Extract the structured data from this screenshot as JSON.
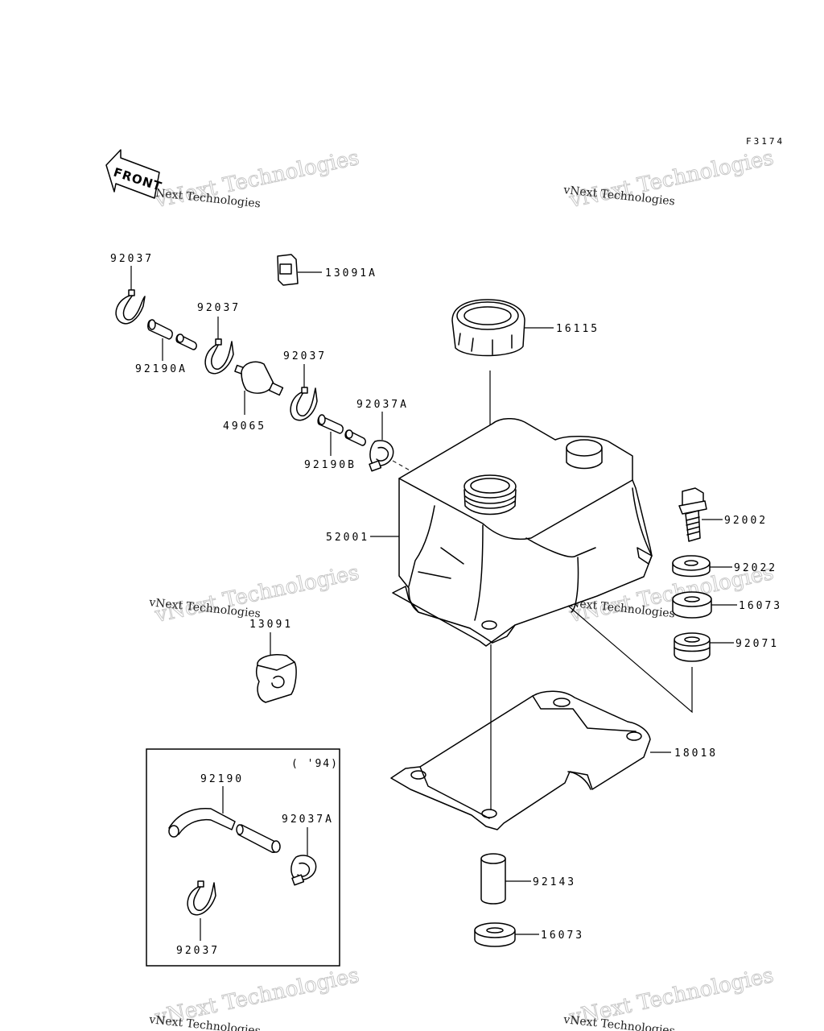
{
  "diagram_code": "F3174",
  "front_arrow_label": "FRONT",
  "inset_label": "( '94)",
  "watermark": {
    "big": "vNext Technologies",
    "small": "vNext Technologies"
  },
  "parts": {
    "p92037_a": "92037",
    "p13091a": "13091A",
    "p92037_b": "92037",
    "p16115": "16115",
    "p92190a": "92190A",
    "p92037_c": "92037",
    "p92037a_a": "92037A",
    "p49065": "49065",
    "p92190b": "92190B",
    "p52001": "52001",
    "p92002": "92002",
    "p92022": "92022",
    "p16073_a": "16073",
    "p13091": "13091",
    "p92071": "92071",
    "p18018": "18018",
    "p92190": "92190",
    "p92037a_b": "92037A",
    "p92143": "92143",
    "p16073_b": "16073",
    "p92037_d": "92037"
  }
}
